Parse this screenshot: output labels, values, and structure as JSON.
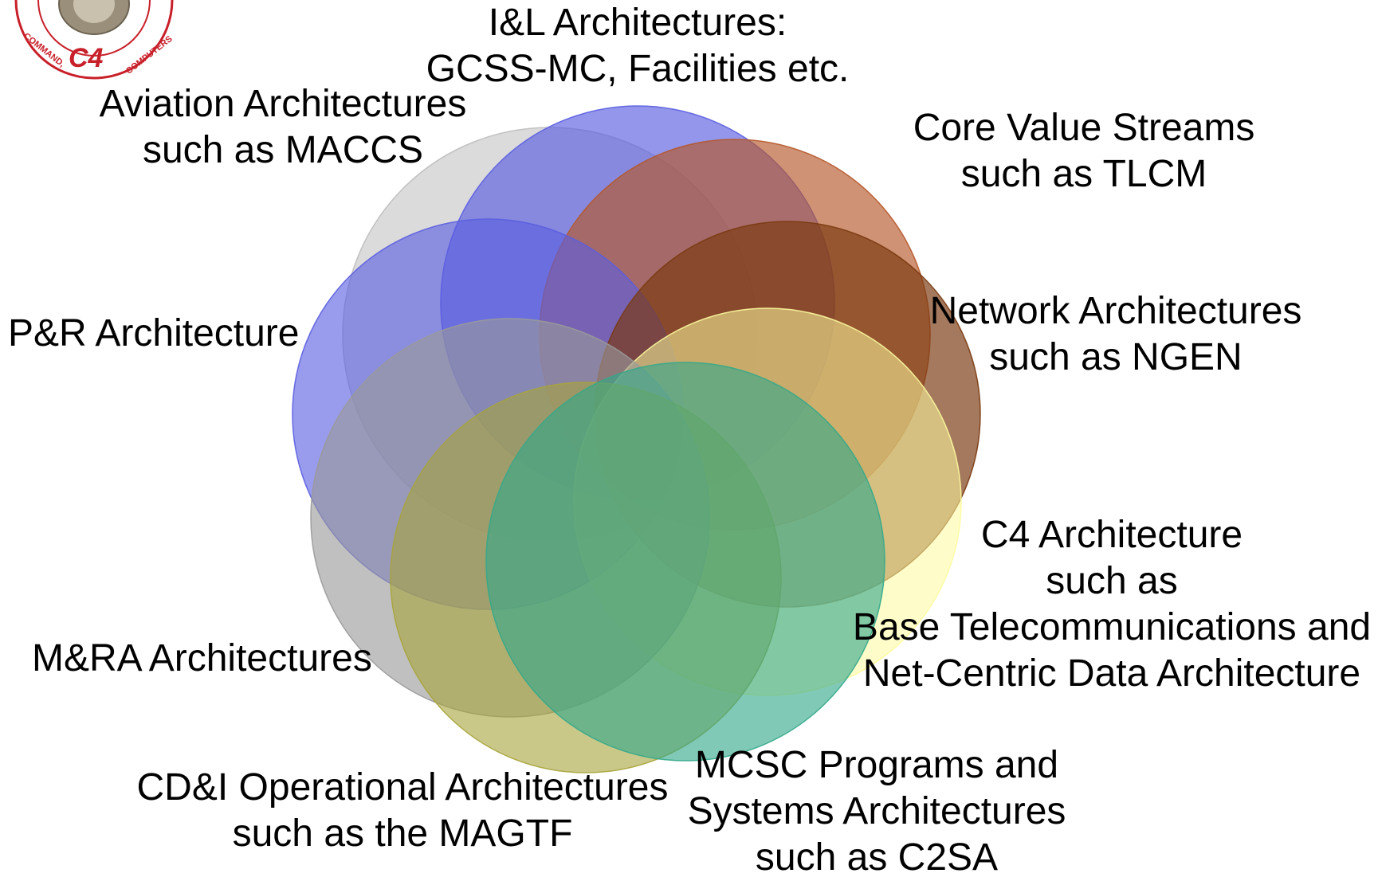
{
  "logo": {
    "text": "C4",
    "ring_text_left": "COMMAND,",
    "ring_text_right": "COMPUTERS"
  },
  "circles": [
    {
      "id": "aviation",
      "color": "#bdbdbd"
    },
    {
      "id": "il",
      "color": "#5a5ee0"
    },
    {
      "id": "core-value",
      "color": "#b5582a"
    },
    {
      "id": "pr",
      "color": "#5a5ee0"
    },
    {
      "id": "network",
      "color": "#7a3a10"
    },
    {
      "id": "c4",
      "color": "#fdfb9e"
    },
    {
      "id": "mra",
      "color": "#9a9a9a"
    },
    {
      "id": "cdi",
      "color": "#a7a43a"
    },
    {
      "id": "mcsc",
      "color": "#33a88a"
    }
  ],
  "labels": {
    "il": [
      "I&L Architectures:",
      "GCSS-MC, Facilities etc."
    ],
    "aviation": [
      "Aviation Architectures",
      "such as MACCS"
    ],
    "core_value": [
      "Core Value Streams",
      "such as TLCM"
    ],
    "pr": [
      "P&R Architecture"
    ],
    "network": [
      "Network Architectures",
      "such as NGEN"
    ],
    "c4": [
      "C4 Architecture",
      "such as",
      "Base Telecommunications and",
      "Net-Centric Data Architecture"
    ],
    "mra": [
      "M&RA Architectures"
    ],
    "cdi": [
      "CD&I Operational Architectures",
      "such as the MAGTF"
    ],
    "mcsc": [
      "MCSC Programs and",
      "Systems Architectures",
      "such as C2SA"
    ]
  }
}
